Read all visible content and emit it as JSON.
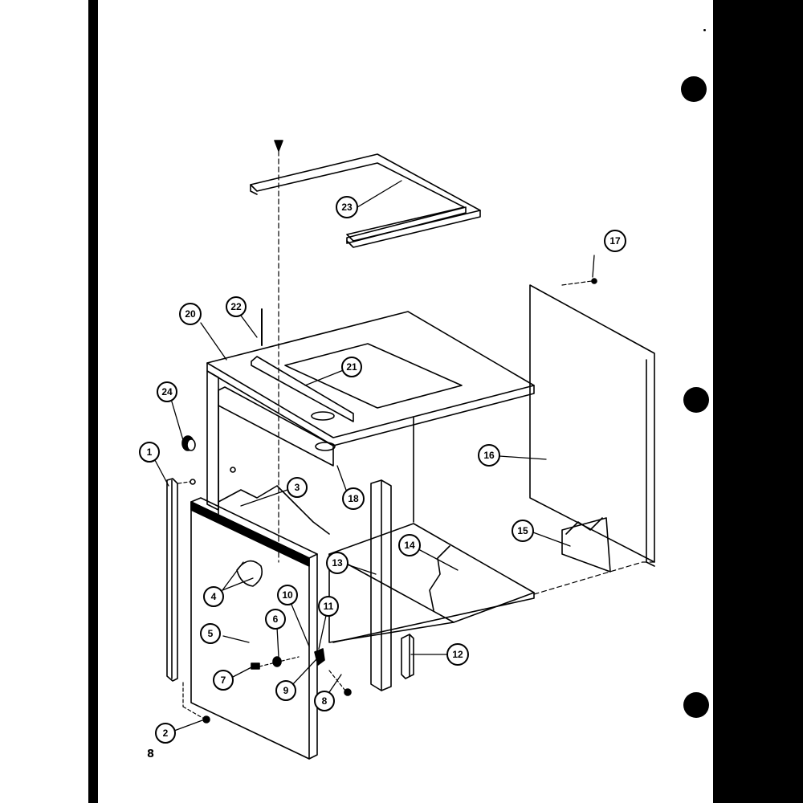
{
  "page": {
    "page_number": "8"
  },
  "callouts": [
    {
      "id": "c1",
      "label": "1"
    },
    {
      "id": "c2",
      "label": "2"
    },
    {
      "id": "c3",
      "label": "3"
    },
    {
      "id": "c4",
      "label": "4"
    },
    {
      "id": "c5",
      "label": "5"
    },
    {
      "id": "c6",
      "label": "6"
    },
    {
      "id": "c7",
      "label": "7"
    },
    {
      "id": "c8",
      "label": "8"
    },
    {
      "id": "c9",
      "label": "9"
    },
    {
      "id": "c10",
      "label": "10"
    },
    {
      "id": "c11",
      "label": "11"
    },
    {
      "id": "c12",
      "label": "12"
    },
    {
      "id": "c13",
      "label": "13"
    },
    {
      "id": "c14",
      "label": "14"
    },
    {
      "id": "c15",
      "label": "15"
    },
    {
      "id": "c16",
      "label": "16"
    },
    {
      "id": "c17",
      "label": "17"
    },
    {
      "id": "c18",
      "label": "18"
    },
    {
      "id": "c20",
      "label": "20"
    },
    {
      "id": "c21",
      "label": "21"
    },
    {
      "id": "c22",
      "label": "22"
    },
    {
      "id": "c23",
      "label": "23"
    },
    {
      "id": "c24",
      "label": "24"
    }
  ]
}
